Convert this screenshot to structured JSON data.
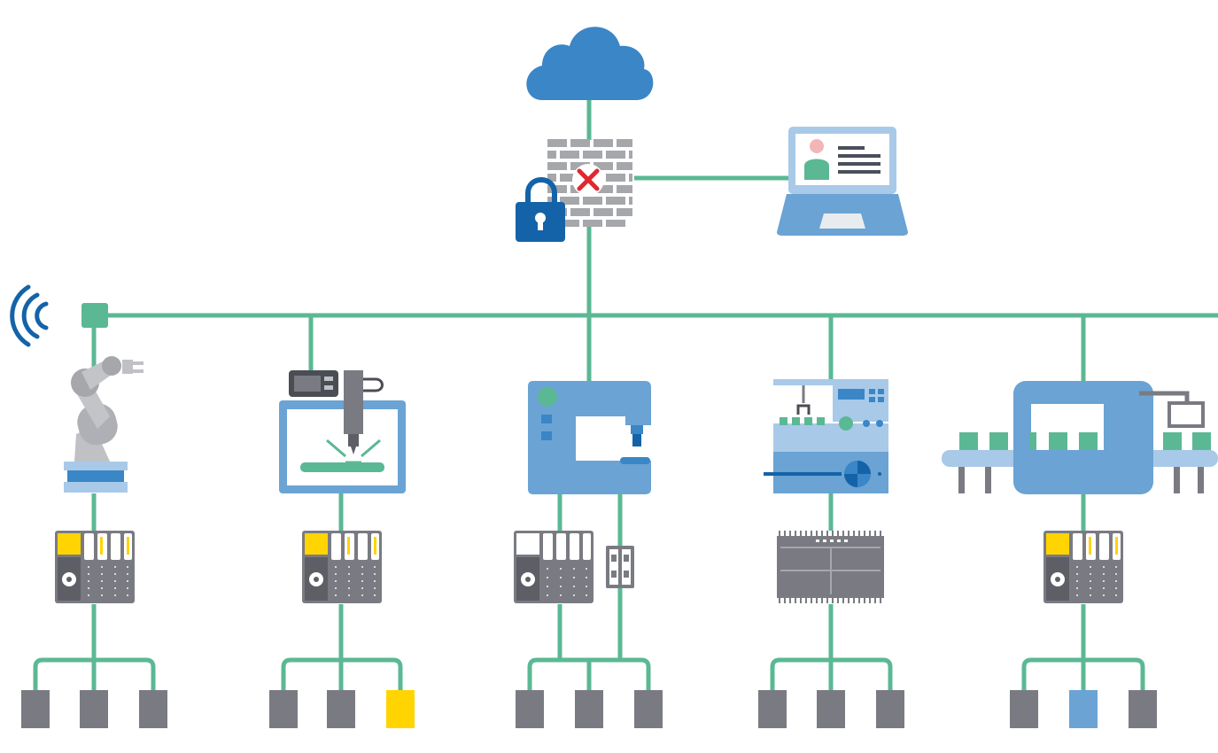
{
  "colors": {
    "line": "#5bb894",
    "line_dark": "#3da57d",
    "blue": "#3a86c6",
    "blue_mid": "#6aa3d4",
    "blue_light": "#a9c9e8",
    "blue_dark": "#1463a8",
    "gray": "#7a7b82",
    "gray_light": "#c3c4c7",
    "yellow": "#ffd400",
    "red": "#e0282e",
    "skin": "#f2b6b8",
    "white": "#ffffff"
  },
  "icons": {
    "cloud": "cloud-icon",
    "firewall": "firewall-icon",
    "lock": "padlock-icon",
    "laptop": "laptop-icon",
    "wireless": "wireless-signal-icon",
    "robot": "robot-arm-icon",
    "cnc": "cnc-machine-icon",
    "sewing": "sewing-machine-icon",
    "molding": "injection-molding-machine-icon",
    "conveyor": "conveyor-machine-icon",
    "io_module": "io-module-icon",
    "controller": "compact-controller-icon",
    "relay": "relay-module-icon",
    "sensor": "sensor-block-icon"
  },
  "stations": [
    {
      "id": "robot",
      "sensor_colors": [
        "gray",
        "gray",
        "gray"
      ]
    },
    {
      "id": "cnc",
      "sensor_colors": [
        "gray",
        "gray",
        "yellow"
      ]
    },
    {
      "id": "sewing",
      "sensor_colors": [
        "gray",
        "gray",
        "gray"
      ]
    },
    {
      "id": "molding",
      "sensor_colors": [
        "gray",
        "gray",
        "gray"
      ]
    },
    {
      "id": "conveyor",
      "sensor_colors": [
        "gray",
        "blue_mid",
        "gray"
      ]
    }
  ]
}
